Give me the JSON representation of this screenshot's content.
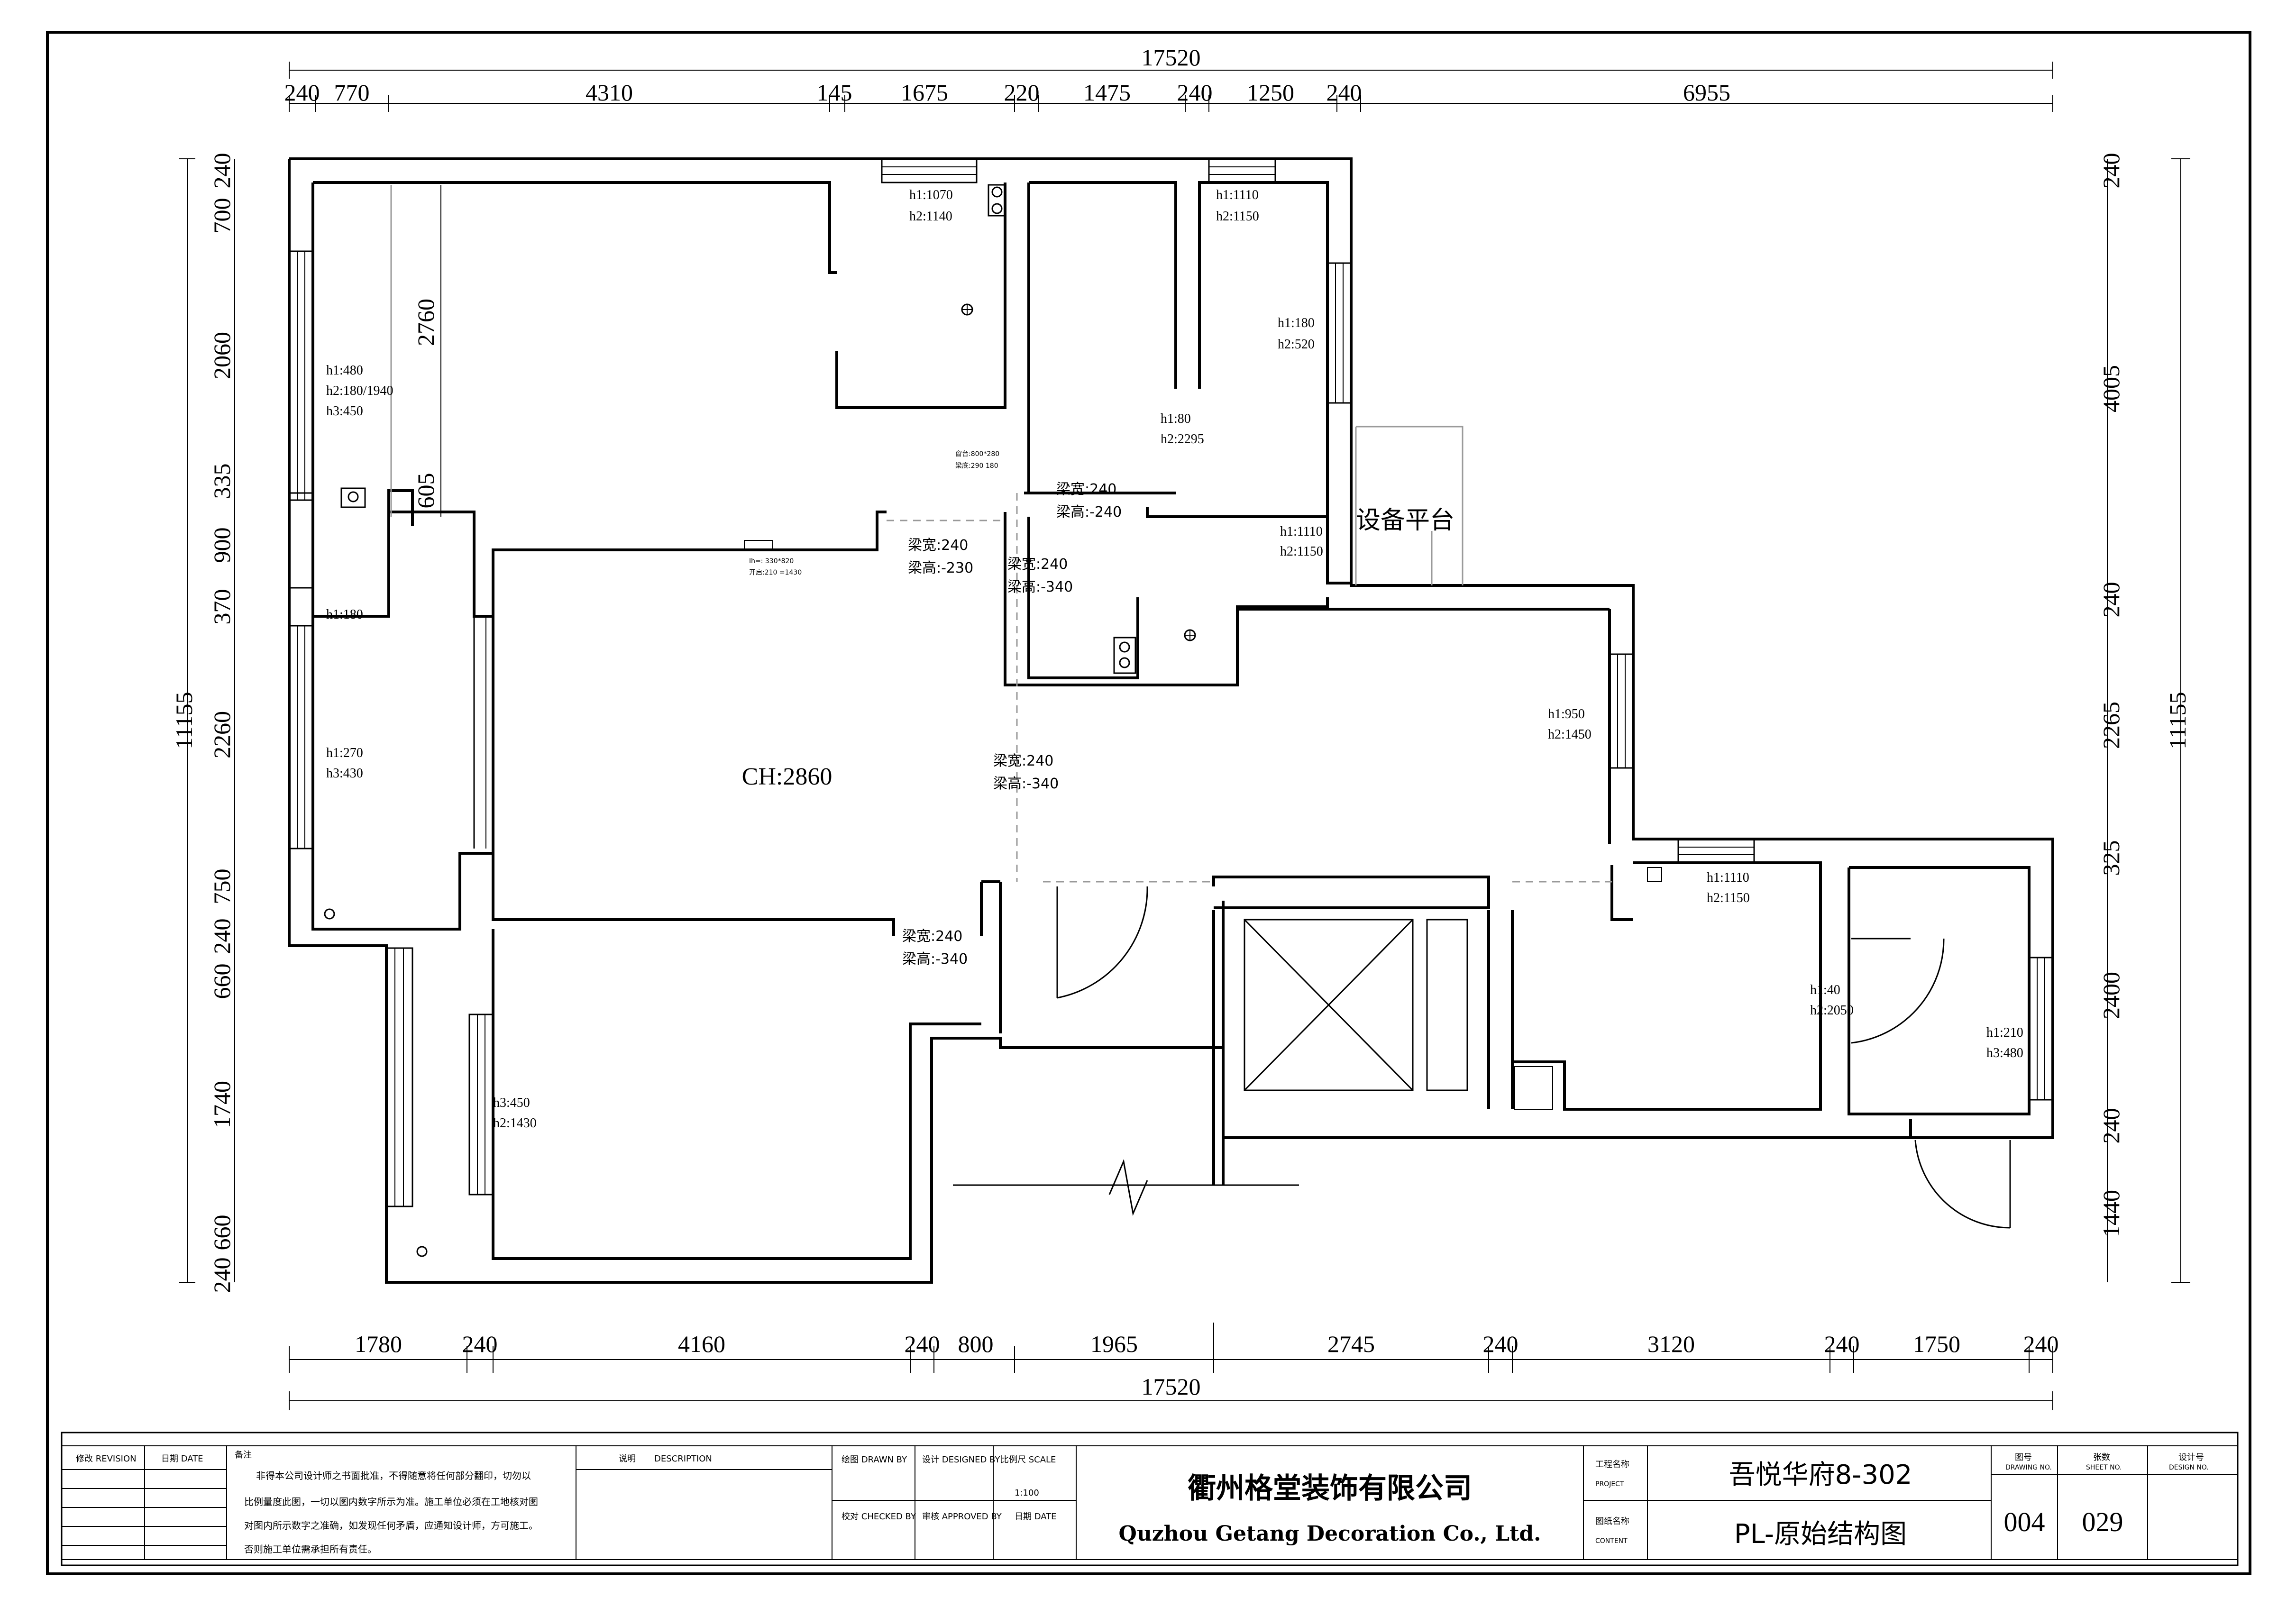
{
  "dimensions": {
    "top_total": "17520",
    "top_segments": [
      "240",
      "770",
      "4310",
      "145",
      "1675",
      "220",
      "1475",
      "240",
      "1250",
      "240",
      "6955"
    ],
    "bottom_total": "17520",
    "bottom_segments": [
      "1780",
      "240",
      "4160",
      "240",
      "800",
      "1965",
      "2745",
      "240",
      "3120",
      "240",
      "1750",
      "240"
    ],
    "left_total": "11155",
    "left_segments": [
      "240",
      "700",
      "2060",
      "335",
      "900",
      "370",
      "2260",
      "750",
      "240",
      "660",
      "1740",
      "660",
      "240"
    ],
    "right_total": "11155",
    "right_segments": [
      "240",
      "4005",
      "240",
      "2265",
      "325",
      "2400",
      "240",
      "1440"
    ],
    "room_vertical_1": "2760",
    "room_vertical_2": "605"
  },
  "labels": {
    "ceiling_height": "CH:2860",
    "equipment_platform": "设备平台",
    "window_labels": [
      {
        "h1": "h1:1070",
        "h2": "h2:1140"
      },
      {
        "h1": "h1:1110",
        "h2": "h2:1150"
      },
      {
        "h1": "h1:180",
        "h2": "h2:520"
      },
      {
        "h1": "h1:480",
        "h2": "h2:180/1940",
        "h3": "h3:450"
      },
      {
        "h1": "h1:80",
        "h2": "h2:2295"
      },
      {
        "h1": "h1:1110",
        "h2": "h2:1150"
      },
      {
        "h1": "h1:180"
      },
      {
        "h1": "h1:270",
        "h3": "h3:430"
      },
      {
        "h1": "h1:950",
        "h2": "h2:1450"
      },
      {
        "h1": "h1:1110",
        "h2": "h2:1150"
      },
      {
        "h1": "h1:40",
        "h2": "h2:2050"
      },
      {
        "h1": "h1:210",
        "h3": "h3:480"
      },
      {
        "h3": "h3:450",
        "h2": "h2:1430"
      }
    ],
    "beams": [
      {
        "w": "梁宽:240",
        "h": "梁高:-240"
      },
      {
        "w": "梁宽:240",
        "h": "梁高:-230"
      },
      {
        "w": "梁宽:240",
        "h": "梁高:-340"
      },
      {
        "w": "梁宽:240",
        "h": "梁高:-340"
      },
      {
        "w": "梁宽:240",
        "h": "梁高:-340"
      }
    ],
    "tiny_notes": [
      "窗台:800*280",
      "梁底:290 180",
      "Ih=: 330*820",
      "开启:210 =1430"
    ]
  },
  "title_block": {
    "revision_label": "修改 REVISION",
    "date_label": "日期 DATE",
    "notes_label": "备注",
    "notes_lines": [
      "非得本公司设计师之书面批准，不得随意将任何部分翻印，切勿以",
      "比例量度此图，一切以图内数字所示为准。施工单位必须在工地核对图",
      "对图内所示数字之准确，如发现任何矛盾，应通知设计师，方可施工。",
      "否则施工单位需承担所有责任。"
    ],
    "description_label": "说明",
    "description_en": "DESCRIPTION",
    "drawn_by": "绘图 DRAWN BY",
    "designed_by": "设计 DESIGNED BY",
    "scale_label": "比例尺 SCALE",
    "scale_value": "1:100",
    "checked_by": "校对 CHECKED BY",
    "approved_by": "审核 APPROVED BY",
    "date2": "日期 DATE",
    "company_cn": "衢州格堂装饰有限公司",
    "company_en": "Quzhou Getang Decoration Co., Ltd.",
    "project_label": "工程名称",
    "project_label_en": "PROJECT",
    "project_name": "吾悦华府8-302",
    "drawing_label": "图纸名称",
    "drawing_label_en": "CONTENT",
    "drawing_name": "PL-原始结构图",
    "drawing_no_label": "图号",
    "drawing_no_label_en": "DRAWING NO.",
    "drawing_no": "004",
    "sheet_no_label": "张数",
    "sheet_no_label_en": "SHEET NO.",
    "sheet_no": "029",
    "designer_label": "设计号",
    "designer_label_en": "DESIGN NO."
  }
}
